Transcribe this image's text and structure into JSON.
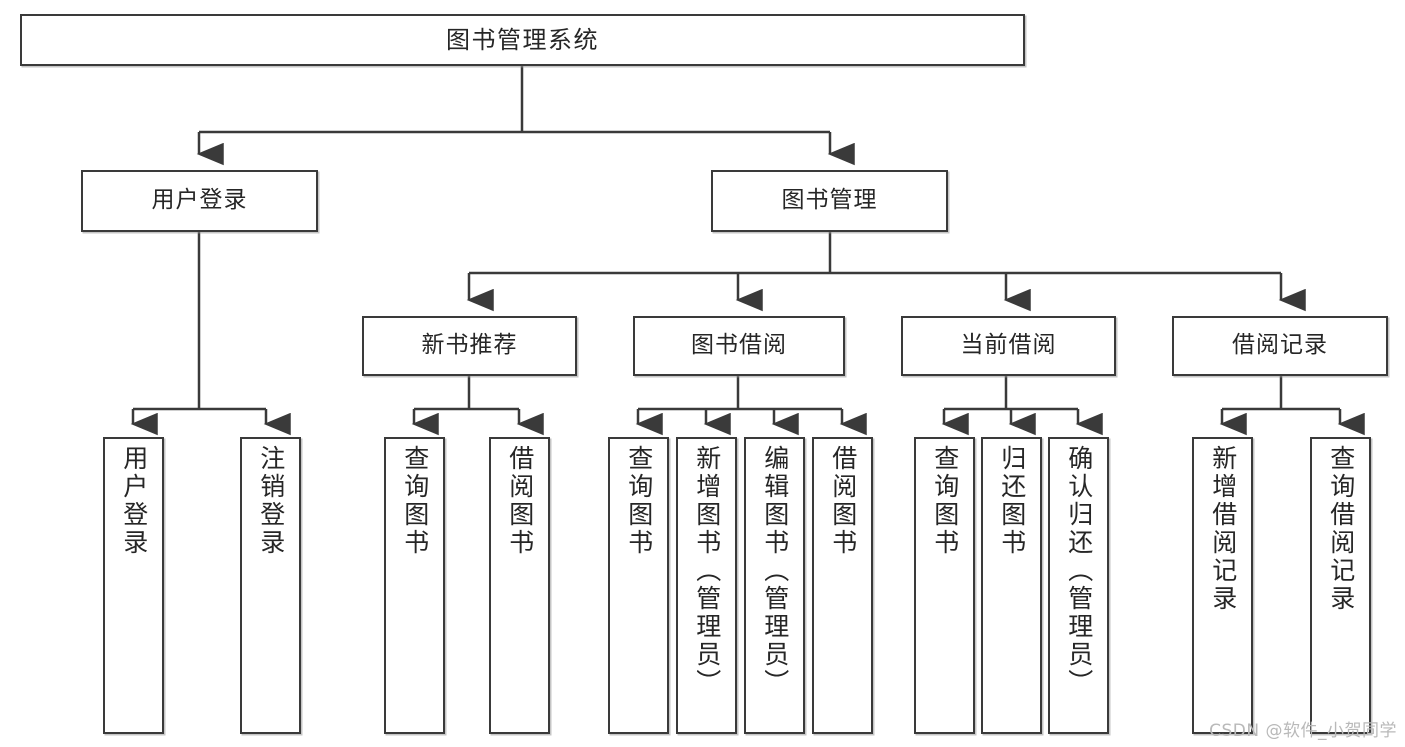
{
  "diagram": {
    "type": "tree-hierarchy",
    "title": "图书管理系统",
    "watermark": "CSDN @软件_小贺同学",
    "colors": {
      "box_border": "#3a3a3a",
      "box_fill": "#ffffff",
      "connector": "#3a3a3a",
      "text": "#262626",
      "watermark": "#b9b9b9"
    },
    "nodes": {
      "root": {
        "label": "图书管理系统"
      },
      "level2": [
        {
          "label": "用户登录"
        },
        {
          "label": "图书管理"
        }
      ],
      "level3": [
        {
          "label": "新书推荐"
        },
        {
          "label": "图书借阅"
        },
        {
          "label": "当前借阅"
        },
        {
          "label": "借阅记录"
        }
      ],
      "leaves": {
        "user_login": [
          {
            "label": "用户登录"
          },
          {
            "label": "注销登录"
          }
        ],
        "new_book_recommend": [
          {
            "label": "查询图书"
          },
          {
            "label": "借阅图书"
          }
        ],
        "book_borrow": [
          {
            "label": "查询图书"
          },
          {
            "label": "新增图书（管理员）"
          },
          {
            "label": "编辑图书（管理员）"
          },
          {
            "label": "借阅图书"
          }
        ],
        "current_borrow": [
          {
            "label": "查询图书"
          },
          {
            "label": "归还图书"
          },
          {
            "label": "确认归还（管理员）"
          }
        ],
        "borrow_record": [
          {
            "label": "新增借阅记录"
          },
          {
            "label": "查询借阅记录"
          }
        ]
      }
    }
  }
}
